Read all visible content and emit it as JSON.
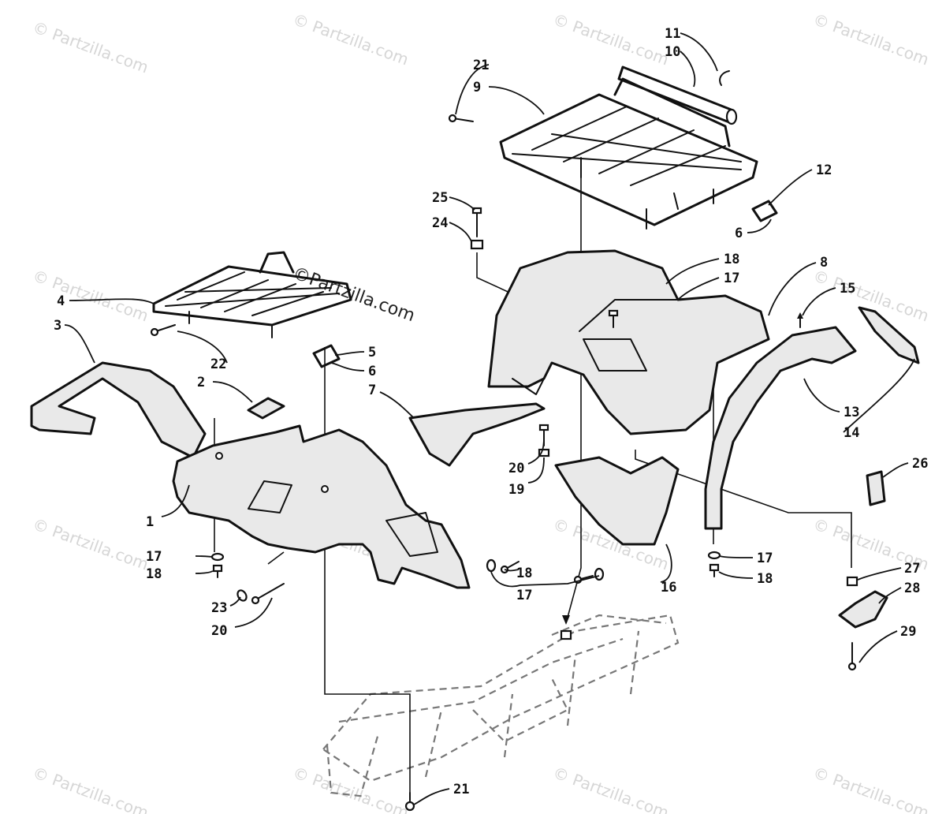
{
  "watermark": {
    "text": "Partzilla.com",
    "symbol": "©"
  },
  "callouts": [
    {
      "id": "c1",
      "label": "1"
    },
    {
      "id": "c2",
      "label": "2"
    },
    {
      "id": "c3",
      "label": "3"
    },
    {
      "id": "c4",
      "label": "4"
    },
    {
      "id": "c5",
      "label": "5"
    },
    {
      "id": "c6a",
      "label": "6"
    },
    {
      "id": "c6b",
      "label": "6"
    },
    {
      "id": "c7",
      "label": "7"
    },
    {
      "id": "c8",
      "label": "8"
    },
    {
      "id": "c9",
      "label": "9"
    },
    {
      "id": "c10",
      "label": "10"
    },
    {
      "id": "c11",
      "label": "11"
    },
    {
      "id": "c12",
      "label": "12"
    },
    {
      "id": "c13",
      "label": "13"
    },
    {
      "id": "c14",
      "label": "14"
    },
    {
      "id": "c15",
      "label": "15"
    },
    {
      "id": "c16",
      "label": "16"
    },
    {
      "id": "c17a",
      "label": "17"
    },
    {
      "id": "c17b",
      "label": "17"
    },
    {
      "id": "c17c",
      "label": "17"
    },
    {
      "id": "c17d",
      "label": "17"
    },
    {
      "id": "c18a",
      "label": "18"
    },
    {
      "id": "c18b",
      "label": "18"
    },
    {
      "id": "c18c",
      "label": "18"
    },
    {
      "id": "c18d",
      "label": "18"
    },
    {
      "id": "c19",
      "label": "19"
    },
    {
      "id": "c20a",
      "label": "20"
    },
    {
      "id": "c20b",
      "label": "20"
    },
    {
      "id": "c21a",
      "label": "21"
    },
    {
      "id": "c21b",
      "label": "21"
    },
    {
      "id": "c22",
      "label": "22"
    },
    {
      "id": "c23",
      "label": "23"
    },
    {
      "id": "c24",
      "label": "24"
    },
    {
      "id": "c25",
      "label": "25"
    },
    {
      "id": "c26",
      "label": "26"
    },
    {
      "id": "c27",
      "label": "27"
    },
    {
      "id": "c28",
      "label": "28"
    },
    {
      "id": "c29",
      "label": "29"
    }
  ]
}
